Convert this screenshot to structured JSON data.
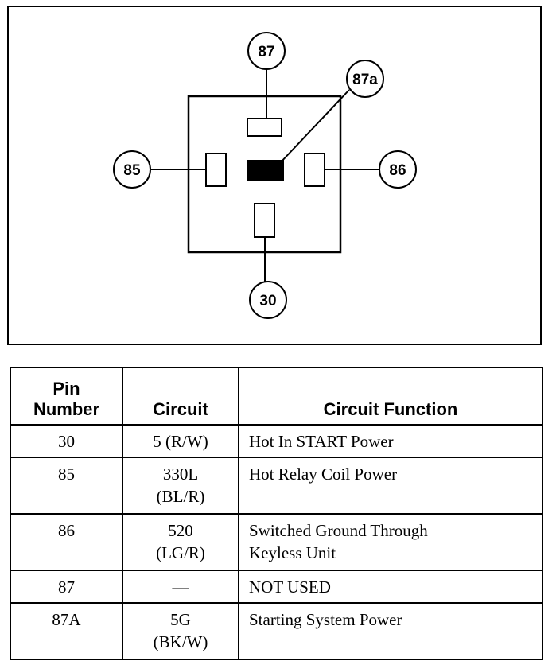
{
  "diagram": {
    "pins": {
      "p87": "87",
      "p87a": "87a",
      "p85": "85",
      "p86": "86",
      "p30": "30"
    }
  },
  "table": {
    "headers": {
      "pin_line1": "Pin",
      "pin_line2": "Number",
      "circuit": "Circuit",
      "function": "Circuit Function"
    },
    "rows": [
      {
        "pin": "30",
        "circuit_1": "5 (R/W)",
        "circuit_2": "",
        "function_1": "Hot In START Power",
        "function_2": ""
      },
      {
        "pin": "85",
        "circuit_1": "330L",
        "circuit_2": "(BL/R)",
        "function_1": "Hot Relay Coil Power",
        "function_2": ""
      },
      {
        "pin": "86",
        "circuit_1": "520",
        "circuit_2": "(LG/R)",
        "function_1": "Switched Ground Through",
        "function_2": "Keyless Unit"
      },
      {
        "pin": "87",
        "circuit_1": "—",
        "circuit_2": "",
        "function_1": "NOT USED",
        "function_2": ""
      },
      {
        "pin": "87A",
        "circuit_1": "5G",
        "circuit_2": "(BK/W)",
        "function_1": "Starting System Power",
        "function_2": ""
      }
    ]
  }
}
